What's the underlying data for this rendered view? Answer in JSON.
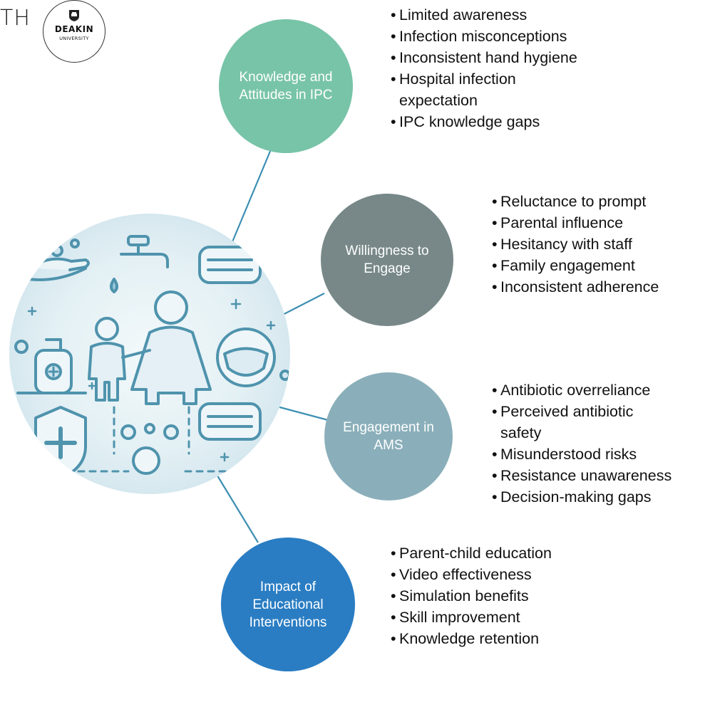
{
  "header": {
    "partial_text": "TH"
  },
  "logo": {
    "name": "DEAKIN",
    "sub": "UNIVERSITY"
  },
  "themes": [
    {
      "label": "Knowledge and Attitudes in IPC",
      "color": "#78c4a9",
      "bullets": [
        "Limited awareness",
        "Infection misconceptions",
        "Inconsistent hand hygiene",
        "Hospital infection expectation",
        "IPC knowledge gaps"
      ]
    },
    {
      "label": "Willingness to Engage",
      "color": "#788888",
      "bullets": [
        "Reluctance to prompt",
        "Parental influence",
        "Hesitancy with staff",
        "Family engagement",
        "Inconsistent adherence"
      ]
    },
    {
      "label": "Engagement in AMS",
      "color": "#8aafba",
      "bullets": [
        "Antibiotic overreliance",
        "Perceived antibiotic safety",
        "Misunderstood risks",
        "Resistance unawareness",
        "Decision-making gaps"
      ]
    },
    {
      "label": "Impact of Educational Interventions",
      "color": "#2a7dc3",
      "bullets": [
        "Parent-child education",
        "Video effectiveness",
        "Simulation benefits",
        "Skill improvement",
        "Knowledge retention"
      ]
    }
  ],
  "connector_color": "#3d8fb3",
  "center_image": {
    "icons": [
      "hand-drop-icon",
      "faucet-icon",
      "mask-icon",
      "soap-dispenser-icon",
      "child-parent-icon",
      "face-mask-circle-icon",
      "shield-cross-icon",
      "bubbles-icon"
    ]
  }
}
